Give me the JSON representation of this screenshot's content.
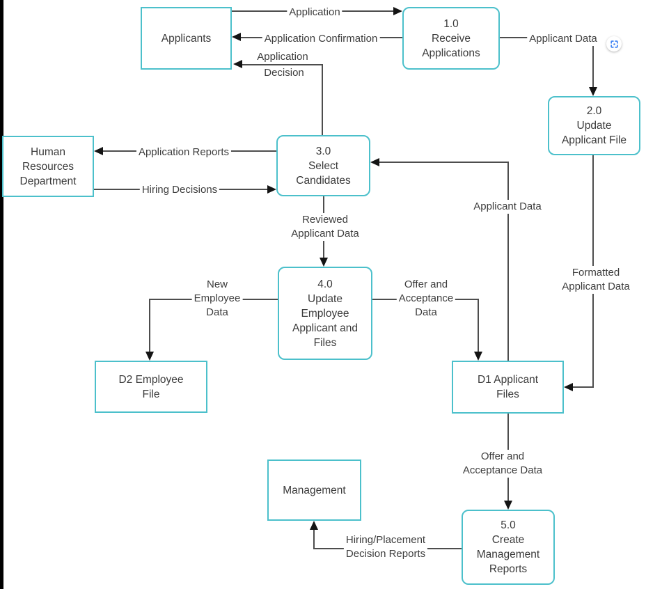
{
  "colors": {
    "node_border": "#4CC0CB",
    "flow_line": "#4d4d4d",
    "arrow": "#141414",
    "text": "#3d3d3d",
    "capture_icon_blue": "#4285F4",
    "left_strip": "#000000"
  },
  "nodes": {
    "applicants": {
      "lines": [
        "Applicants"
      ]
    },
    "receive_applications": {
      "lines": [
        "1.0",
        "Receive",
        "Applications"
      ]
    },
    "update_applicant_file": {
      "lines": [
        "2.0",
        "Update",
        "Applicant File"
      ]
    },
    "human_resources": {
      "lines": [
        "Human",
        "Resources",
        "Department"
      ]
    },
    "select_candidates": {
      "lines": [
        "3.0",
        "Select",
        "Candidates"
      ]
    },
    "update_employee_files": {
      "lines": [
        "4.0",
        "Update",
        "Employee",
        "Applicant and",
        "Files"
      ]
    },
    "d2_employee_file": {
      "lines": [
        "D2 Employee",
        "File"
      ]
    },
    "d1_applicant_files": {
      "lines": [
        "D1 Applicant",
        "Files"
      ]
    },
    "management": {
      "lines": [
        "Management"
      ]
    },
    "create_management_reports": {
      "lines": [
        "5.0",
        "Create",
        "Management",
        "Reports"
      ]
    }
  },
  "flows": {
    "application": {
      "lines": [
        "Application"
      ]
    },
    "application_confirmation": {
      "lines": [
        "Application Confirmation"
      ]
    },
    "application_decision": {
      "lines": [
        "Application",
        "Decision"
      ]
    },
    "applicant_data_to_update": {
      "lines": [
        "Applicant Data"
      ]
    },
    "formatted_applicant_data": {
      "lines": [
        "Formatted",
        "Applicant Data"
      ]
    },
    "applicant_data_to_select": {
      "lines": [
        "Applicant Data"
      ]
    },
    "application_reports": {
      "lines": [
        "Application Reports"
      ]
    },
    "hiring_decisions": {
      "lines": [
        "Hiring Decisions"
      ]
    },
    "reviewed_applicant_data": {
      "lines": [
        "Reviewed",
        "Applicant Data"
      ]
    },
    "new_employee_data": {
      "lines": [
        "New",
        "Employee",
        "Data"
      ]
    },
    "offer_acceptance_to_d1": {
      "lines": [
        "Offer and",
        "Acceptance",
        "Data"
      ]
    },
    "offer_acceptance_to_reports": {
      "lines": [
        "Offer and",
        "Acceptance Data"
      ]
    },
    "hiring_placement_reports": {
      "lines": [
        "Hiring/Placement",
        "Decision Reports"
      ]
    }
  },
  "ui": {
    "capture_icon": "screen-capture"
  }
}
